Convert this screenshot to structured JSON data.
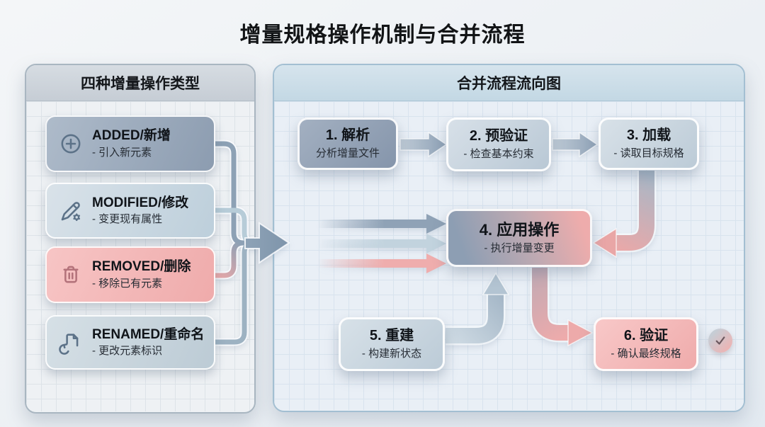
{
  "title": "增量规格操作机制与合并流程",
  "left_panel": {
    "header": "四种增量操作类型",
    "cards": [
      {
        "icon": "circle-plus-icon",
        "title": "ADDED/新增",
        "desc": "- 引入新元素"
      },
      {
        "icon": "pencil-gear-icon",
        "title": "MODIFIED/修改",
        "desc": "- 变更现有属性"
      },
      {
        "icon": "trash-icon",
        "title": "REMOVED/删除",
        "desc": "- 移除已有元素"
      },
      {
        "icon": "file-rename-icon",
        "title": "RENAMED/重命名",
        "desc": "- 更改元素标识"
      }
    ]
  },
  "right_panel": {
    "header": "合并流程流向图",
    "steps": [
      {
        "title": "1. 解析",
        "desc": "分析增量文件"
      },
      {
        "title": "2. 预验证",
        "desc": "- 检查基本约束"
      },
      {
        "title": "3. 加载",
        "desc": "- 读取目标规格"
      },
      {
        "title": "4. 应用操作",
        "desc": "- 执行增量变更"
      },
      {
        "title": "5. 重建",
        "desc": "- 构建新状态"
      },
      {
        "title": "6. 验证",
        "desc": "- 确认最终规格"
      }
    ],
    "check_icon": "checkmark"
  },
  "colors": {
    "slate_accent": "#8c9cb0",
    "light_blue_accent": "#bdcfdb",
    "pink_accent": "#efabab",
    "panel_border_left": "#a9b6c1",
    "panel_border_right": "#a3bfd2",
    "text_primary": "#101419"
  }
}
